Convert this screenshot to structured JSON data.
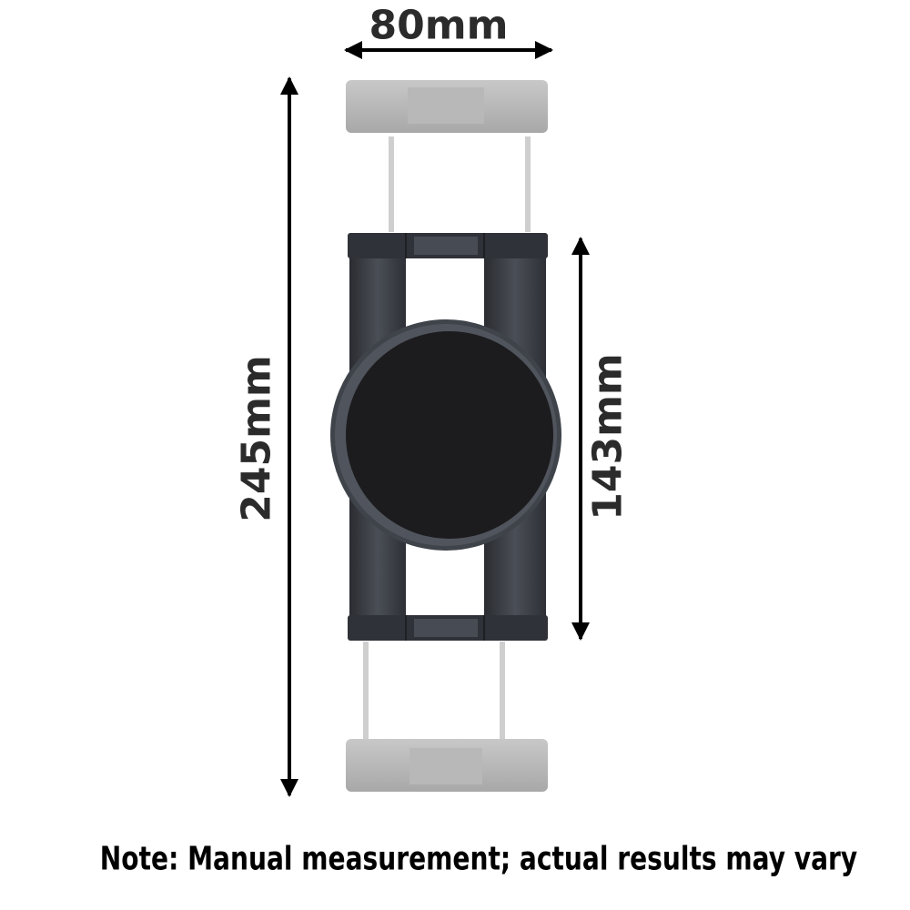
{
  "dimensions": {
    "width": "80mm",
    "total_height": "245mm",
    "body_height": "143mm"
  },
  "note": "Note: Manual measurement; actual results may vary",
  "colors": {
    "arrow": "#000000",
    "label": "#2b2b2b",
    "body": "#3a3d44",
    "magnet_pad": "#1b1b1e",
    "grip_faded": "#bdbdbd"
  },
  "icons": {
    "arrows": "double-headed-arrow",
    "product": "phone-holder-illustration"
  }
}
